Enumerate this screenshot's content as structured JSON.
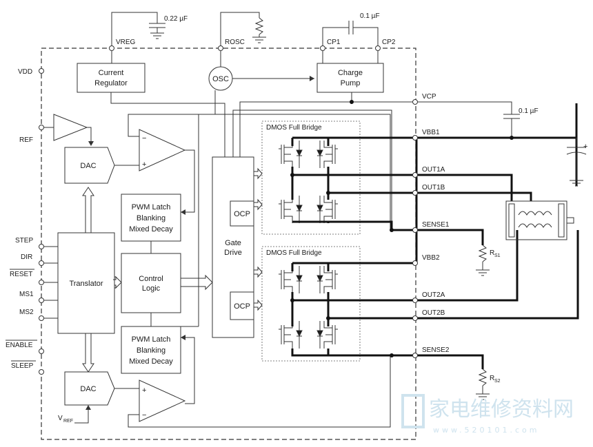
{
  "pins_left": {
    "vdd": "VDD",
    "ref": "REF",
    "step": "STEP",
    "dir": "DIR",
    "reset": "RESET",
    "ms1": "MS1",
    "ms2": "MS2",
    "enable": "ENABLE",
    "sleep": "SLEEP",
    "vref_main": "V",
    "vref_sub": "REF"
  },
  "pins_top": {
    "vreg": "VREG",
    "rosc": "ROSC",
    "cp1": "CP1",
    "cp2": "CP2"
  },
  "pins_right": {
    "vcp": "VCP",
    "vbb1": "VBB1",
    "out1a": "OUT1A",
    "out1b": "OUT1B",
    "sense1": "SENSE1",
    "vbb2": "VBB2",
    "out2a": "OUT2A",
    "out2b": "OUT2B",
    "sense2": "SENSE2"
  },
  "components": {
    "cap_vreg": "0.22 µF",
    "cap_cp": "0.1 µF",
    "cap_vcp": "0.1 µF",
    "rs1_main": "R",
    "rs1_sub": "S1",
    "rs2_main": "R",
    "rs2_sub": "S2"
  },
  "blocks": {
    "current_regulator_1": "Current",
    "current_regulator_2": "Regulator",
    "osc": "OSC",
    "charge_pump_1": "Charge",
    "charge_pump_2": "Pump",
    "dac_top": "DAC",
    "dac_bottom": "DAC",
    "pwm1_l1": "PWM Latch",
    "pwm1_l2": "Blanking",
    "pwm1_l3": "Mixed Decay",
    "pwm2_l1": "PWM Latch",
    "pwm2_l2": "Blanking",
    "pwm2_l3": "Mixed Decay",
    "translator": "Translator",
    "control_1": "Control",
    "control_2": "Logic",
    "gate_1": "Gate",
    "gate_2": "Drive",
    "ocp_top": "OCP",
    "ocp_bottom": "OCP",
    "bridge_top": "DMOS Full Bridge",
    "bridge_bottom": "DMOS Full Bridge",
    "comp_minus": "−",
    "comp_plus": "+",
    "cap_plus": "+"
  },
  "watermark": {
    "main": "家电维修资料网",
    "url": "www.520101.com"
  }
}
